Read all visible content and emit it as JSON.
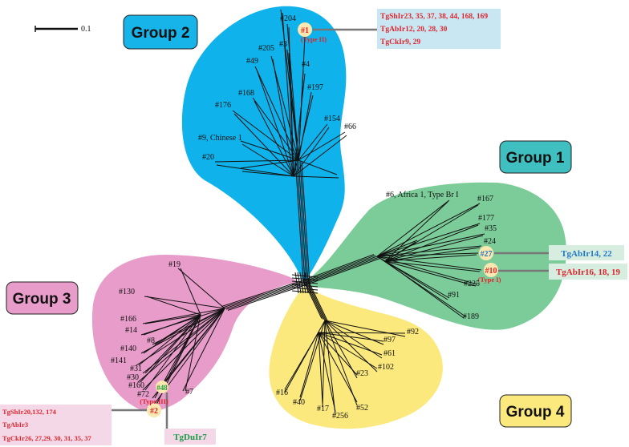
{
  "scale_bar": {
    "label": "0.1"
  },
  "groups": [
    {
      "id": "g1",
      "label": "Group 1",
      "fill": "#7ccc9a",
      "box": "#3fbfbf"
    },
    {
      "id": "g2",
      "label": "Group 2",
      "fill": "#0fb2ea",
      "box": "#17b4e9"
    },
    {
      "id": "g3",
      "label": "Group 3",
      "fill": "#e79cc9",
      "box": "#e79cc9"
    },
    {
      "id": "g4",
      "label": "Group 4",
      "fill": "#fbe97d",
      "box": "#fbe97d"
    }
  ],
  "hubs": [
    {
      "id": "h1",
      "num": "#1",
      "type": "(Type II)",
      "num_color": "#e0242b"
    },
    {
      "id": "h10",
      "num": "#10",
      "type": "(Type I)",
      "num_color": "#e0242b"
    },
    {
      "id": "h27",
      "num": "#27",
      "type": "",
      "num_color": "#1f77c8"
    },
    {
      "id": "h2",
      "num": "#2",
      "type": "(Type III)",
      "num_color": "#e0242b"
    },
    {
      "id": "h48",
      "num": "#48",
      "type": "",
      "num_color": "#1a9a45"
    }
  ],
  "isolate_boxes": {
    "b1": {
      "fill": "#c9e7f3",
      "color": "#e0242b",
      "lines": [
        "TgShIr23, 35, 37, 38, 44, 168, 169",
        "TgAbIr12, 20, 28, 30",
        "TgCkIr9, 29"
      ]
    },
    "b27": {
      "fill": "#d6ede0",
      "color": "#1f77c8",
      "lines": [
        "TgAbIr14, 22"
      ]
    },
    "b10": {
      "fill": "#d6ede0",
      "color": "#e0242b",
      "lines": [
        "TgAbIr16, 18, 19"
      ]
    },
    "b2": {
      "fill": "#f5d8e8",
      "color": "#e0242b",
      "lines": [
        "TgShIr20,132, 174",
        "TgAbIr3",
        "TgCkIr26, 27,29, 30, 31, 35, 37"
      ]
    },
    "b48": {
      "fill": "#f5d8e8",
      "color": "#1a9a45",
      "lines": [
        "TgDuIr7"
      ]
    }
  },
  "labels": {
    "n204": "#204",
    "n3": "#3",
    "n205": "#205",
    "n49": "#49",
    "n4": "#4",
    "n197": "#197",
    "n168": "#168",
    "n176": "#176",
    "n154": "#154",
    "n66": "#66",
    "n9": "#9, Chinese 1",
    "n20": "#20",
    "n6": "#6, Africa 1, Type Br I",
    "n167": "#167",
    "n177": "#177",
    "n35": "#35",
    "n24": "#24",
    "n225": "#225",
    "n91": "#91",
    "n189": "#189",
    "n19": "#19",
    "n130": "#130",
    "n166": "#166",
    "n14": "#14",
    "n8": "#8",
    "n140": "#140",
    "n141": "#141",
    "n31": "#31",
    "n30": "#30",
    "n160": "#160",
    "n72": "#72",
    "n7": "#7",
    "n92": "#92",
    "n97": "#97",
    "n61": "#61",
    "n102": "#102",
    "n23": "#23",
    "n16": "#16",
    "n40": "#40",
    "n17": "#17",
    "n256": "#256",
    "n52": "#52"
  }
}
